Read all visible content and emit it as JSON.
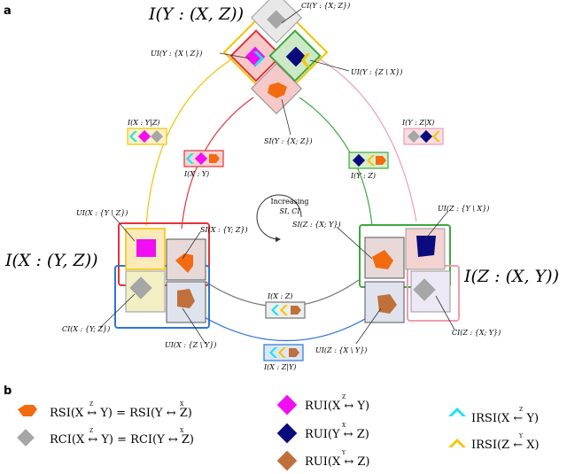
{
  "panel_labels": {
    "a": "a",
    "b": "b"
  },
  "big_labels": {
    "top": "I(Y : (X, Z))",
    "left": "I(X : (Y, Z))",
    "right": "I(Z : (X, Y))"
  },
  "small_labels": {
    "ci_y": "CI(Y : {X; Z})",
    "ui_yx": "UI(Y : {X \\ Z})",
    "ui_yz": "UI(Y : {Z \\ X})",
    "si_y": "SI(Y : {X; Z})",
    "ui_xy": "UI(X : {Y \\ Z})",
    "si_x": "SI(X : {Y; Z})",
    "ci_x": "CI(X : {Y; Z})",
    "ui_xz": "UI(X : {Z \\ Y})",
    "ui_zy": "UI(Z : {Y \\ X})",
    "si_z": "SI(Z : {X; Y})",
    "ci_z": "CI(Z : {X; Y})",
    "ui_zx": "UI(Z : {X \\ Y})"
  },
  "edge_labels": {
    "xy_given_z": "I(X : Y|Z)",
    "xy": "I(X : Y)",
    "yz_given_x": "I(Y : Z|X)",
    "yz": "I(Y : Z)",
    "xz": "I(X : Z)",
    "xz_given_y": "I(X : Z|Y)"
  },
  "center": {
    "line1": "Increasing",
    "line2": "SI, CI"
  },
  "legend": {
    "rsi": "RSI(X ↔ Y) = RSI(Y ↔ Z)",
    "rci": "RCI(X ↔ Y) = RCI(Y ↔ Z)",
    "rui_xy": "RUI(X ↔ Y)",
    "rui_yz": "RUI(Y ↔ Z)",
    "rui_xz": "RUI(X ↔ Z)",
    "irsi_xy": "IRSI(X ← Y)",
    "irsi_zx": "IRSI(Z ← X)"
  },
  "legend_overscripts": {
    "rsi_1": "Z",
    "rsi_2": "X",
    "rci_1": "Z",
    "rci_2": "X",
    "rui_xy": "Z",
    "rui_yz": "X",
    "rui_xz": "Y",
    "irsi_xy": "Z",
    "irsi_zx": "Y"
  },
  "colors": {
    "redundancy_orange": "#f36b10",
    "synergy_gray": "#a6a6a6",
    "magenta": "#f20ef2",
    "navy": "#0b0b7d",
    "brown": "#c0703a",
    "cyan": "#19e3f0",
    "yellow": "#f5c400",
    "red": "#e0353a",
    "green": "#3ea93e",
    "blue": "#2e74d8",
    "gold": "#f2c300",
    "pink": "#ef9cb0",
    "gray_edge": "#777777"
  }
}
